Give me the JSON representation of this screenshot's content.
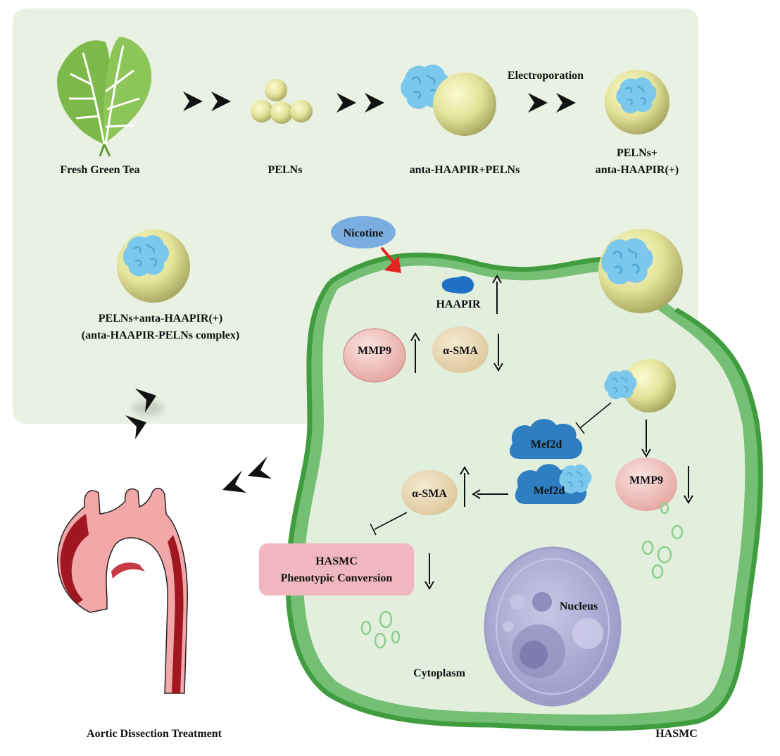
{
  "labels": {
    "fresh_green_tea": "Fresh Green Tea",
    "pelns": "PELNs",
    "anta_plus_pelns": "anta-HAAPIR+PELNs",
    "electroporation": "Electroporation",
    "pelns_plus_line1": "PELNs+",
    "pelns_plus_line2": "anta-HAAPIR(+)",
    "complex_line1": "PELNs+anta-HAAPIR(+)",
    "complex_line2": "(anta-HAAPIR-PELNs complex)",
    "nicotine": "Nicotine",
    "haapir": "HAAPIR",
    "mmp9_top": "MMP9",
    "asma_top": "α-SMA",
    "mef2d_top": "Mef2d",
    "mef2d_bottom": "Mef2d",
    "asma_bottom": "α-SMA",
    "mmp9_bottom": "MMP9",
    "hasmc_conv_line1": "HASMC",
    "hasmc_conv_line2": "Phenotypic Conversion",
    "nucleus": "Nucleus",
    "cytoplasm": "Cytoplasm",
    "aortic_treatment": "Aortic Dissection Treatment",
    "hasmc": "HASMC"
  },
  "colors": {
    "panel_bg": "#e9f1e2",
    "cell_fill": "#e2efdd",
    "cell_border": "#3f9d3f",
    "cell_inner": "#74bf74",
    "nanoparticle": "#e3e39a",
    "cargo": "#7cc7ec",
    "nicotine": "#7aaee0",
    "mmp9": "#f2c4c0",
    "asma": "#ecdcb8",
    "mef2d": "#2f7ec2",
    "haapir": "#1f71c6",
    "conversion_box": "#f0b8be",
    "nucleus": "#b7b5d9",
    "aorta": "#f2a7a8",
    "aorta_dark": "#a01722",
    "leaf": "#7cb94a",
    "inhibit_arrow": "#e52420"
  },
  "icons": [
    "leaf-icon",
    "nanoparticle-cluster-icon",
    "chevron-arrow-icon",
    "aorta-icon",
    "nucleus-icon"
  ]
}
